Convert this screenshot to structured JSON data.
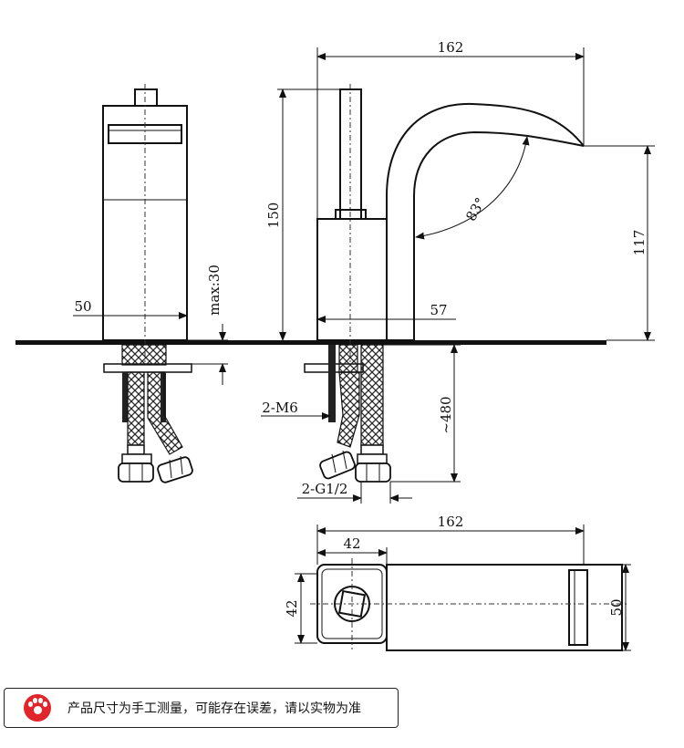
{
  "dimensions": {
    "top_width": "162",
    "height_total": "150",
    "spout_height": "117",
    "angle": "83°",
    "handle_base_width": "50",
    "spout_base_width": "57",
    "max_thickness": "max:30",
    "bolts": "2-M6",
    "hose_length": "~480",
    "connectors": "2-G1/2",
    "plan_width": "162",
    "plan_square_width": "42",
    "plan_square_height": "42",
    "plan_depth": "50"
  },
  "note": {
    "icon": "paw-icon",
    "text": "产品尺寸为手工测量，可能存在误差，请以实物为准",
    "icon_color": "#e0262a"
  }
}
